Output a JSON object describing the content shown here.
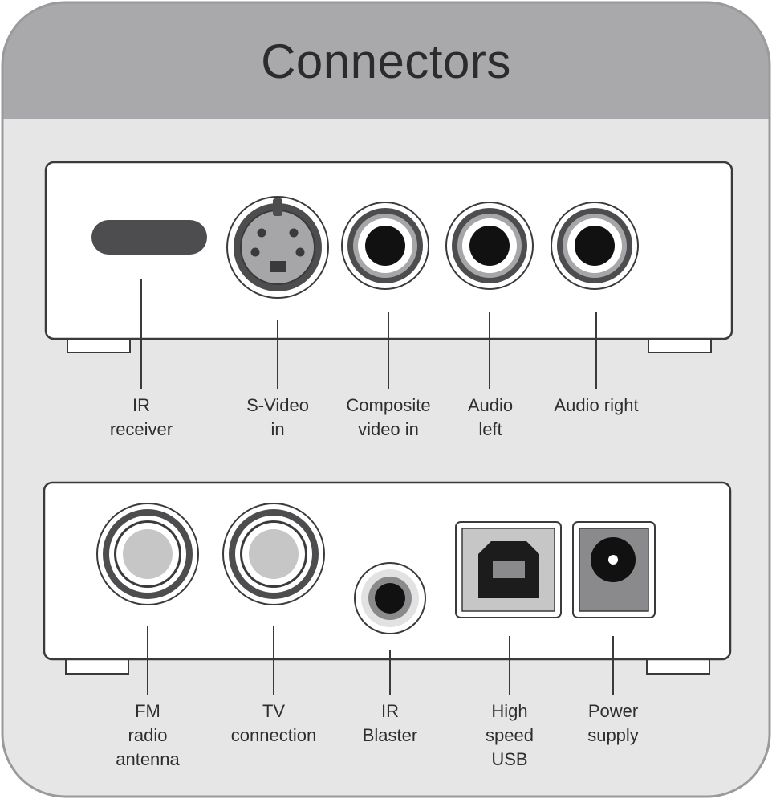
{
  "title": "Connectors",
  "colors": {
    "header": "#a9a9ab",
    "panel": "#e6e6e6",
    "device": "#ffffff",
    "outline": "#3a3a3a",
    "dark": "#4d4d4f",
    "mid": "#8a8a8c",
    "light": "#c6c6c6"
  },
  "top_labels": [
    {
      "lines": [
        "IR",
        "receiver"
      ],
      "icon": "ir-receiver-window"
    },
    {
      "lines": [
        "S-Video",
        "in"
      ],
      "icon": "s-video-jack"
    },
    {
      "lines": [
        "Composite",
        "video in"
      ],
      "icon": "rca-jack"
    },
    {
      "lines": [
        "Audio",
        "left"
      ],
      "icon": "rca-jack"
    },
    {
      "lines": [
        "Audio right"
      ],
      "icon": "rca-jack"
    }
  ],
  "bottom_labels": [
    {
      "lines": [
        "FM",
        "radio",
        "antenna"
      ],
      "icon": "coax-jack"
    },
    {
      "lines": [
        "TV",
        "connection"
      ],
      "icon": "coax-jack"
    },
    {
      "lines": [
        "IR",
        "Blaster"
      ],
      "icon": "mini-jack"
    },
    {
      "lines": [
        "High",
        "speed",
        "USB"
      ],
      "icon": "usb-b-port"
    },
    {
      "lines": [
        "Power",
        "supply"
      ],
      "icon": "dc-power-jack"
    }
  ]
}
